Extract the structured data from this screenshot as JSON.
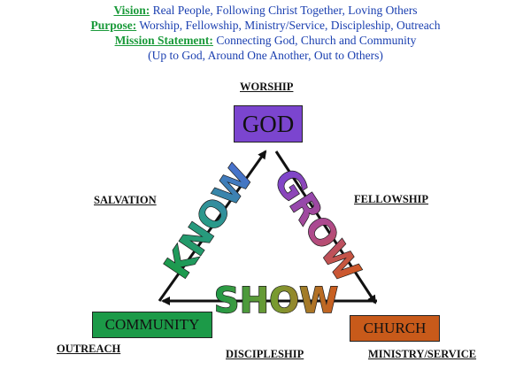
{
  "header": {
    "vision_label": "Vision:",
    "vision_text": " Real People, Following Christ Together, Loving Others",
    "purpose_label": "Purpose:",
    "purpose_text": " Worship, Fellowship, Ministry/Service, Discipleship, Outreach",
    "mission_label": "Mission Statement:",
    "mission_text": " Connecting God, Church and Community",
    "mission_sub": "(Up to God, Around One Another, Out to Others)"
  },
  "labels": {
    "worship": "WORSHIP",
    "salvation": "SALVATION",
    "fellowship": "FELLOWSHIP",
    "outreach": "OUTREACH",
    "discipleship": "DISCIPLESHIP",
    "ministry": "MINISTRY/SERVICE"
  },
  "boxes": {
    "god": "GOD",
    "community": "COMMUNITY",
    "church": "CHURCH"
  },
  "words": {
    "know": "KNOW",
    "grow": "GROW",
    "show": "SHOW"
  },
  "colors": {
    "god": "#7b45cf",
    "community": "#1c9a48",
    "church": "#c85a1a",
    "header_label": "#1a9a3a",
    "header_text": "#1a3fb0"
  }
}
